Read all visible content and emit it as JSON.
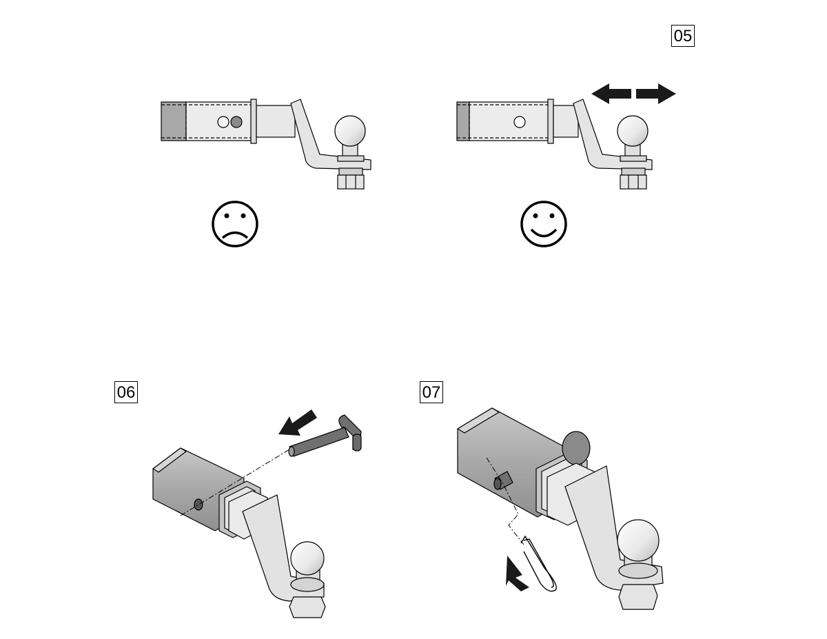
{
  "steps": {
    "step_05": "05",
    "step_06": "06",
    "step_07": "07"
  },
  "colors": {
    "tube_fill": "#e2e2e2",
    "tube_dark": "#9a9a9a",
    "pin_fill": "#6a6a6a",
    "arrow_fill": "#1a1a1a",
    "outline": "#000000"
  },
  "icons": [
    "sad-face-icon",
    "happy-face-icon",
    "double-arrow-icon",
    "insert-arrow-icon"
  ]
}
